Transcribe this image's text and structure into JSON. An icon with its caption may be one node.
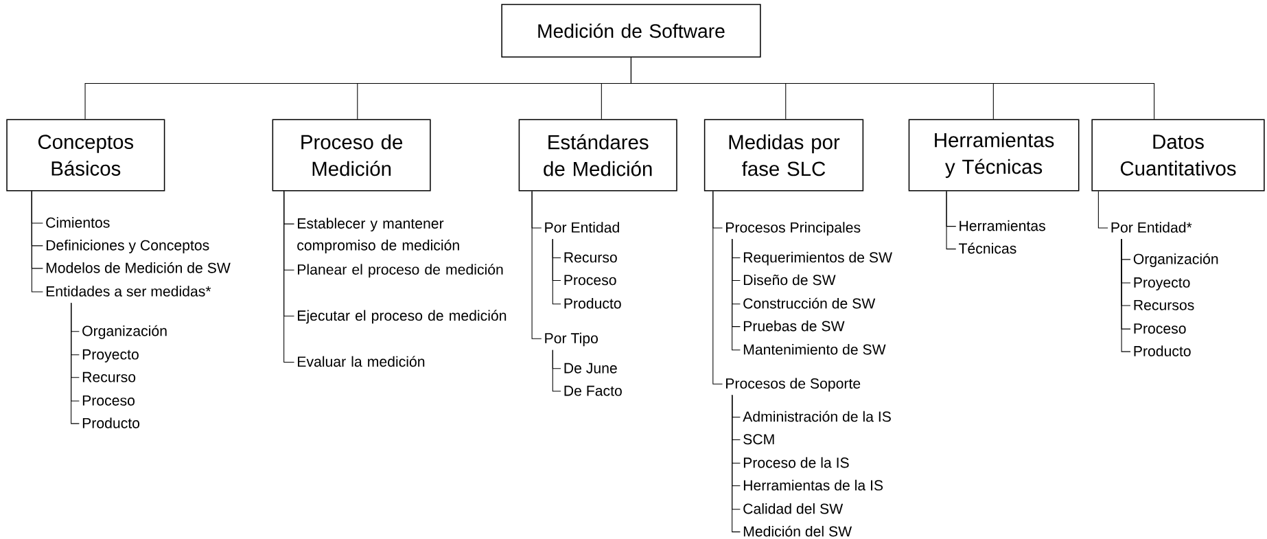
{
  "diagram": {
    "nodes": [
      {
        "text": [
          "Medición de Software"
        ]
      },
      {
        "text": [
          "Conceptos Básicos"
        ]
      },
      {
        "text": [
          "Proceso de Medición"
        ]
      },
      {
        "text": [
          "Estándares de Medición"
        ]
      },
      {
        "text": [
          "Medidas por fase SLC"
        ]
      },
      {
        "text": [
          "Herramientas y Técnicas"
        ]
      },
      {
        "text": [
          "Datos Cuantitativos"
        ]
      },
      {
        "text": [
          "Cimientos"
        ]
      },
      {
        "text": [
          "Definiciones y Conceptos"
        ]
      },
      {
        "text": [
          "Modelos de Medición de SW"
        ]
      },
      {
        "text": [
          "Entidades a ser medidas*"
        ]
      },
      {
        "text": [
          "Organización"
        ]
      },
      {
        "text": [
          "Proyecto"
        ]
      },
      {
        "text": [
          "Recurso"
        ]
      },
      {
        "text": [
          "Proceso"
        ]
      },
      {
        "text": [
          "Producto"
        ]
      },
      {
        "text": [
          "Establecer y mantener compromiso de medición"
        ]
      },
      {
        "text": [
          "Planear el proceso de medición"
        ]
      },
      {
        "text": [
          "Ejecutar el proceso de medición"
        ]
      },
      {
        "text": [
          "Evaluar la medición"
        ]
      },
      {
        "text": [
          "Por Entidad"
        ]
      },
      {
        "text": [
          "Recurso"
        ]
      },
      {
        "text": [
          "Proceso"
        ]
      },
      {
        "text": [
          "Producto"
        ]
      },
      {
        "text": [
          "Por Tipo"
        ]
      },
      {
        "text": [
          "De June"
        ]
      },
      {
        "text": [
          "De Facto"
        ]
      },
      {
        "text": [
          "Procesos Principales"
        ]
      },
      {
        "text": [
          "Requerimientos de SW"
        ]
      },
      {
        "text": [
          "Diseño de SW"
        ]
      },
      {
        "text": [
          "Construcción de SW"
        ]
      },
      {
        "text": [
          "Pruebas de SW"
        ]
      },
      {
        "text": [
          "Mantenimiento de SW"
        ]
      },
      {
        "text": [
          "Procesos de Soporte"
        ]
      },
      {
        "text": [
          "Administración de la IS"
        ]
      },
      {
        "text": [
          "SCM"
        ]
      },
      {
        "text": [
          "Proceso de la IS"
        ]
      },
      {
        "text": [
          "Herramientas de la IS"
        ]
      },
      {
        "text": [
          "Calidad del SW"
        ]
      },
      {
        "text": [
          "Medición del SW"
        ]
      },
      {
        "text": [
          "Herramientas"
        ]
      },
      {
        "text": [
          "Técnicas"
        ]
      },
      {
        "text": [
          "Por Entidad*"
        ]
      },
      {
        "text": [
          "Organización"
        ]
      },
      {
        "text": [
          "Proyecto"
        ]
      },
      {
        "text": [
          "Recursos"
        ]
      },
      {
        "text": [
          "Proceso"
        ]
      },
      {
        "text": [
          "Producto"
        ]
      }
    ],
    "edges": [
      {
        "from": 0,
        "to": 1,
        "arrow": "none"
      },
      {
        "from": 0,
        "to": 2,
        "arrow": "none"
      },
      {
        "from": 0,
        "to": 3,
        "arrow": "none"
      },
      {
        "from": 0,
        "to": 4,
        "arrow": "none"
      },
      {
        "from": 0,
        "to": 5,
        "arrow": "none"
      },
      {
        "from": 0,
        "to": 6,
        "arrow": "none"
      },
      {
        "from": 1,
        "to": 7,
        "arrow": "none"
      },
      {
        "from": 1,
        "to": 8,
        "arrow": "none"
      },
      {
        "from": 1,
        "to": 9,
        "arrow": "none"
      },
      {
        "from": 1,
        "to": 10,
        "arrow": "none"
      },
      {
        "from": 10,
        "to": 11,
        "arrow": "none"
      },
      {
        "from": 10,
        "to": 12,
        "arrow": "none"
      },
      {
        "from": 10,
        "to": 13,
        "arrow": "none"
      },
      {
        "from": 10,
        "to": 14,
        "arrow": "none"
      },
      {
        "from": 10,
        "to": 15,
        "arrow": "none"
      },
      {
        "from": 2,
        "to": 16,
        "arrow": "none"
      },
      {
        "from": 2,
        "to": 17,
        "arrow": "none"
      },
      {
        "from": 2,
        "to": 18,
        "arrow": "none"
      },
      {
        "from": 2,
        "to": 19,
        "arrow": "none"
      },
      {
        "from": 3,
        "to": 20,
        "arrow": "none"
      },
      {
        "from": 20,
        "to": 21,
        "arrow": "none"
      },
      {
        "from": 20,
        "to": 22,
        "arrow": "none"
      },
      {
        "from": 20,
        "to": 23,
        "arrow": "none"
      },
      {
        "from": 3,
        "to": 24,
        "arrow": "none"
      },
      {
        "from": 24,
        "to": 25,
        "arrow": "none"
      },
      {
        "from": 24,
        "to": 26,
        "arrow": "none"
      },
      {
        "from": 4,
        "to": 27,
        "arrow": "none"
      },
      {
        "from": 27,
        "to": 28,
        "arrow": "none"
      },
      {
        "from": 27,
        "to": 29,
        "arrow": "none"
      },
      {
        "from": 27,
        "to": 30,
        "arrow": "none"
      },
      {
        "from": 27,
        "to": 31,
        "arrow": "none"
      },
      {
        "from": 27,
        "to": 32,
        "arrow": "none"
      },
      {
        "from": 4,
        "to": 33,
        "arrow": "none"
      },
      {
        "from": 33,
        "to": 34,
        "arrow": "none"
      },
      {
        "from": 33,
        "to": 35,
        "arrow": "none"
      },
      {
        "from": 33,
        "to": 36,
        "arrow": "none"
      },
      {
        "from": 33,
        "to": 37,
        "arrow": "none"
      },
      {
        "from": 33,
        "to": 38,
        "arrow": "none"
      },
      {
        "from": 33,
        "to": 39,
        "arrow": "none"
      },
      {
        "from": 5,
        "to": 40,
        "arrow": "none"
      },
      {
        "from": 5,
        "to": 41,
        "arrow": "none"
      },
      {
        "from": 6,
        "to": 42,
        "arrow": "none"
      },
      {
        "from": 42,
        "to": 43,
        "arrow": "none"
      },
      {
        "from": 42,
        "to": 44,
        "arrow": "none"
      },
      {
        "from": 42,
        "to": 45,
        "arrow": "none"
      },
      {
        "from": 42,
        "to": 46,
        "arrow": "none"
      },
      {
        "from": 42,
        "to": 47,
        "arrow": "none"
      }
    ]
  }
}
